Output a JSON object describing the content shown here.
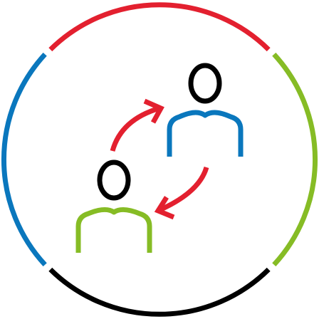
{
  "icon": {
    "name": "people-exchange-icon",
    "colors": {
      "red": "#e3202f",
      "green": "#86bc25",
      "blue": "#0a77bd",
      "black": "#000000",
      "background": "#ffffff"
    },
    "ring_segments": [
      {
        "name": "ring-arc-top",
        "color": "red"
      },
      {
        "name": "ring-arc-right",
        "color": "green"
      },
      {
        "name": "ring-arc-bottom",
        "color": "black"
      },
      {
        "name": "ring-arc-left",
        "color": "blue"
      }
    ],
    "people": [
      {
        "name": "person-top-right",
        "head_color": "black",
        "body_color": "blue"
      },
      {
        "name": "person-bottom-left",
        "head_color": "black",
        "body_color": "green"
      }
    ],
    "arrows": [
      {
        "name": "arrow-upper-left",
        "color": "red",
        "direction": "clockwise-up-right"
      },
      {
        "name": "arrow-lower-right",
        "color": "red",
        "direction": "clockwise-down-left"
      }
    ]
  }
}
